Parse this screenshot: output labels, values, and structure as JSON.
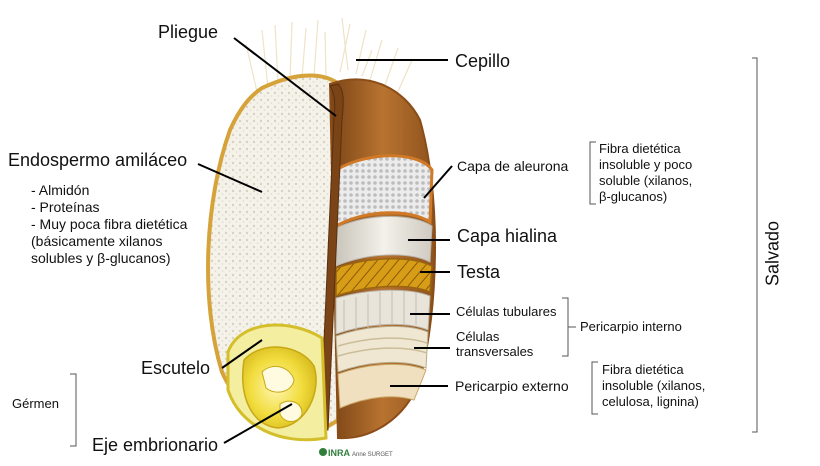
{
  "labels": {
    "pliegue": "Pliegue",
    "cepillo": "Cepillo",
    "endospermo": "Endospermo amiláceo",
    "endospermo_items": [
      "- Almidón",
      "- Proteínas",
      "- Muy poca fibra dietética",
      "(básicamente xilanos",
      "solubles y β-glucanos)"
    ],
    "capa_aleurona": "Capa de aleurona",
    "fibra_aleurona": [
      "Fibra dietética",
      "insoluble y poco",
      "soluble (xilanos,",
      "β-glucanos)"
    ],
    "capa_hialina": "Capa hialina",
    "testa": "Testa",
    "celulas_tubulares": "Células tubulares",
    "celulas_transversales": [
      "Células",
      "transversales"
    ],
    "pericarpio_interno": "Pericarpio interno",
    "escutelo": "Escutelo",
    "germen": "Gérmen",
    "eje_embrionario": "Eje embrionario",
    "pericarpio_externo": "Pericarpio externo",
    "fibra_pericarpio": [
      "Fibra dietética",
      "insoluble (xilanos,",
      "celulosa, lignina)"
    ],
    "salvado": "Salvado"
  },
  "credit": {
    "logo": "INRA",
    "author": "Anne SURGET"
  },
  "colors": {
    "endosperm": "#f4f1e8",
    "bran_brown": "#a0642a",
    "bran_dark": "#7a4416",
    "aleurone_border": "#d07a28",
    "testa_gold": "#d9a21c",
    "germ_yellow": "#f2e04a",
    "leader_line": "#000000"
  }
}
